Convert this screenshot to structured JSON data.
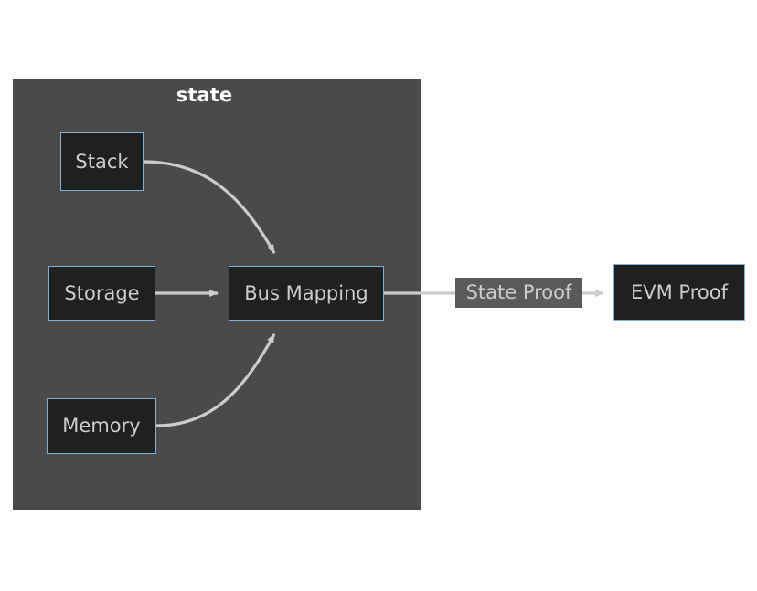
{
  "diagram": {
    "type": "flowchart",
    "title": "",
    "background_color": "#ffffff",
    "subgraph": {
      "label": "state",
      "fill_color": "#4a4a4a",
      "text_color": "#ffffff"
    },
    "node_style": {
      "fill_color": "#1f2020",
      "border_color": "#81b1db",
      "text_color": "#cccccc"
    },
    "edge_style": {
      "line_color": "#cccccc",
      "arrow_color": "#cccccc"
    },
    "nodes": [
      {
        "id": "stack",
        "label": "Stack",
        "group": "state"
      },
      {
        "id": "storage",
        "label": "Storage",
        "group": "state"
      },
      {
        "id": "memory",
        "label": "Memory",
        "group": "state"
      },
      {
        "id": "bus_mapping",
        "label": "Bus Mapping",
        "group": "state"
      },
      {
        "id": "evm_proof",
        "label": "EVM Proof",
        "group": ""
      }
    ],
    "edges": [
      {
        "from": "stack",
        "to": "bus_mapping",
        "label": ""
      },
      {
        "from": "storage",
        "to": "bus_mapping",
        "label": ""
      },
      {
        "from": "memory",
        "to": "bus_mapping",
        "label": ""
      },
      {
        "from": "bus_mapping",
        "to": "evm_proof",
        "label": "State Proof"
      }
    ],
    "edge_labels": {
      "state_proof": "State Proof"
    }
  }
}
